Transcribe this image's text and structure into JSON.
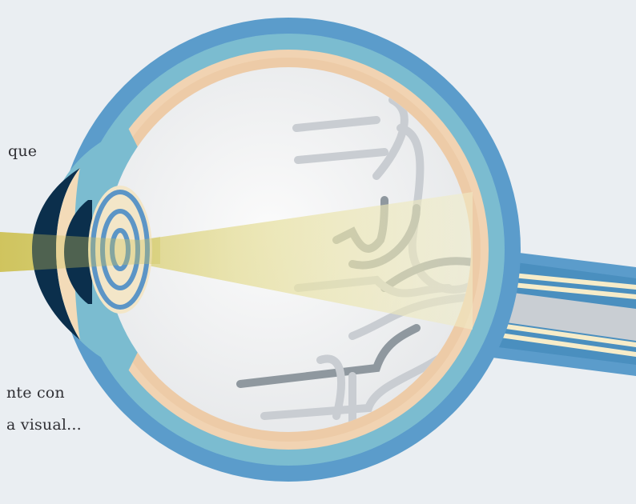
{
  "text_fragments": [
    "que",
    "nte  con",
    "a visual..."
  ],
  "colors": {
    "background": "#eaeef2",
    "sclera_outer": "#5b9ccb",
    "choroid": "#7bbcd0",
    "retina": "#f1d3b2",
    "vitreous": "#f4f5f6",
    "cornea": "#f3dbb8",
    "iris": "#0b2f4c",
    "lens_rings": "#5c95c6",
    "light_beam": "#d4c96a",
    "nerve_fibers_light": "#c9cdd2",
    "nerve_fibers_dark": "#8f989f",
    "optic_nerve_stripes": "#f6ecc9"
  },
  "icons": [
    "eye-anatomy-illustration",
    "optic-nerve-icon",
    "light-beam-icon"
  ]
}
